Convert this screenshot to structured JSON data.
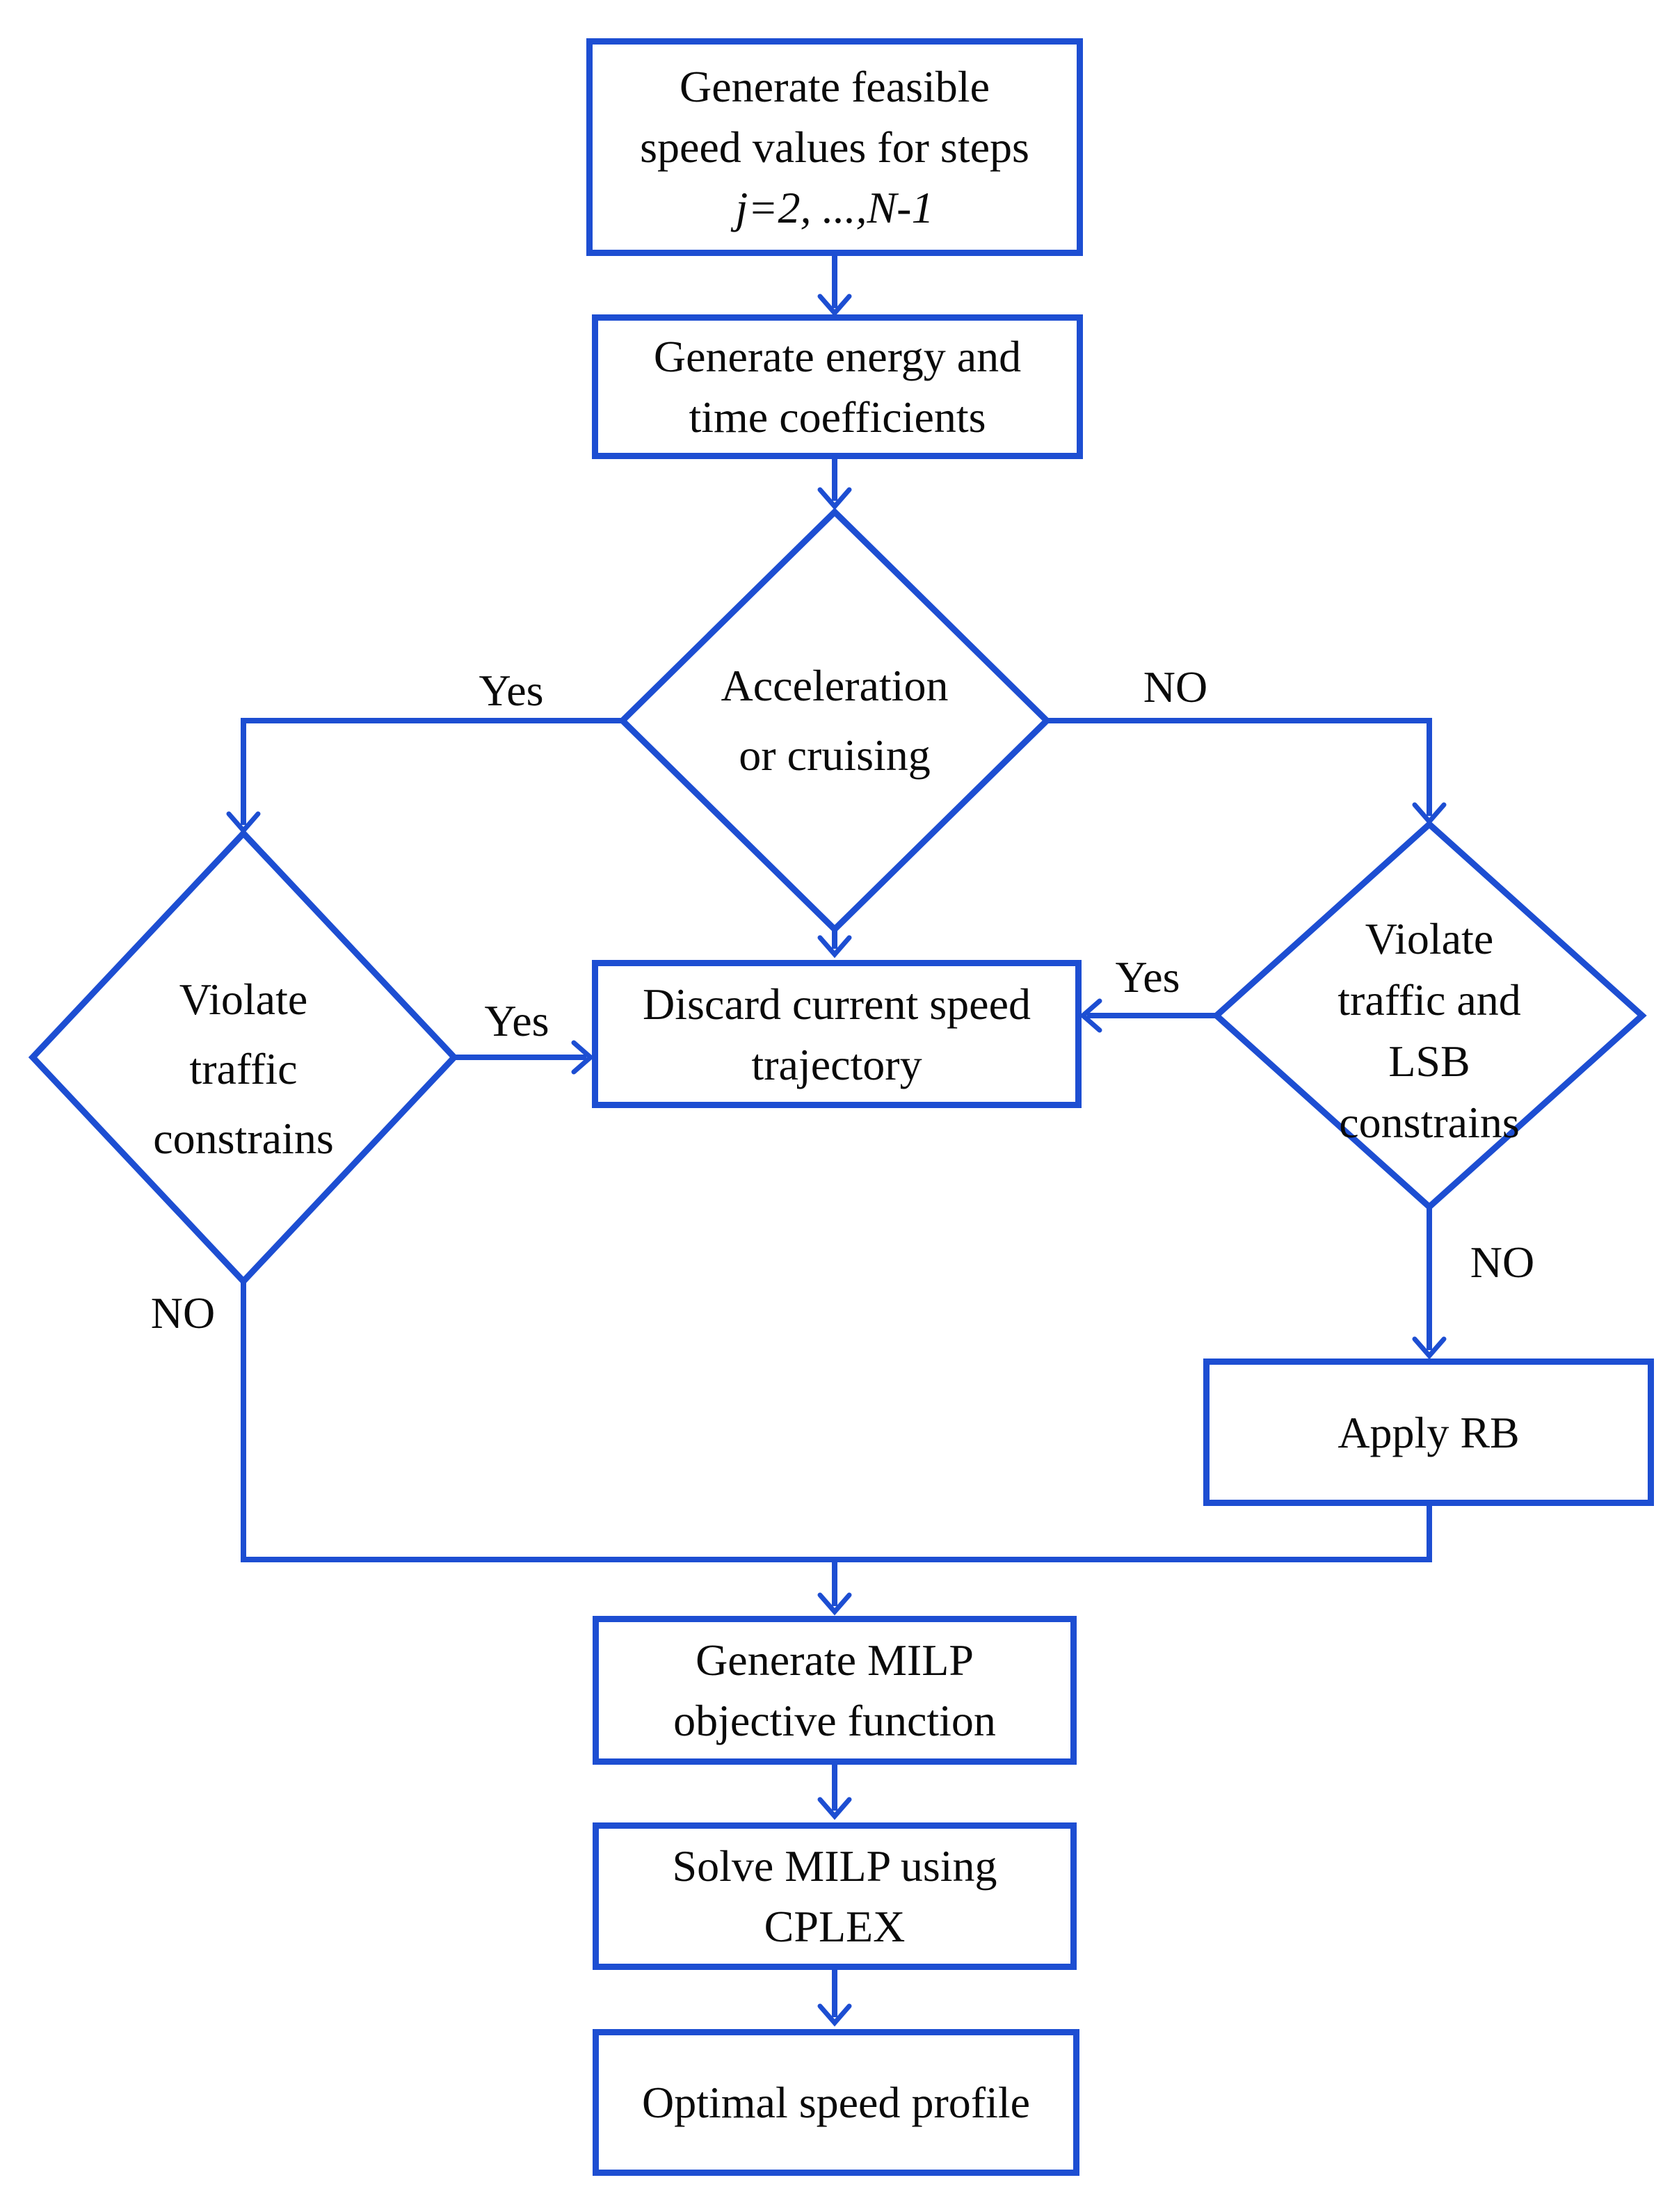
{
  "colors": {
    "line_blue": "#1d4ed2",
    "text_black": "#0a0a0a",
    "background": "#ffffff"
  },
  "nodes": {
    "generate_feasible": {
      "line1": "Generate feasible",
      "line2": "speed values for steps",
      "line3": "j=2, ...,N-1"
    },
    "generate_coefficients": {
      "line1": "Generate energy and",
      "line2": "time coefficients"
    },
    "acceleration_decision": {
      "line1": "Acceleration",
      "line2": "or cruising"
    },
    "traffic_decision": {
      "line1": "Violate",
      "line2": "traffic",
      "line3": "constrains"
    },
    "traffic_lsb_decision": {
      "line1": "Violate",
      "line2": "traffic and",
      "line3": "LSB",
      "line4": "constrains"
    },
    "discard_trajectory": {
      "line1": "Discard current speed",
      "line2": "trajectory"
    },
    "apply_rb": {
      "line1": "Apply RB"
    },
    "generate_milp": {
      "line1": "Generate MILP",
      "line2": "objective function"
    },
    "solve_milp": {
      "line1": "Solve MILP using",
      "line2": "CPLEX"
    },
    "optimal_profile": {
      "line1": "Optimal speed profile"
    }
  },
  "edge_labels": {
    "accel_yes": "Yes",
    "accel_no": "NO",
    "traffic_yes": "Yes",
    "traffic_no": "NO",
    "lsb_yes": "Yes",
    "lsb_no": "NO"
  }
}
